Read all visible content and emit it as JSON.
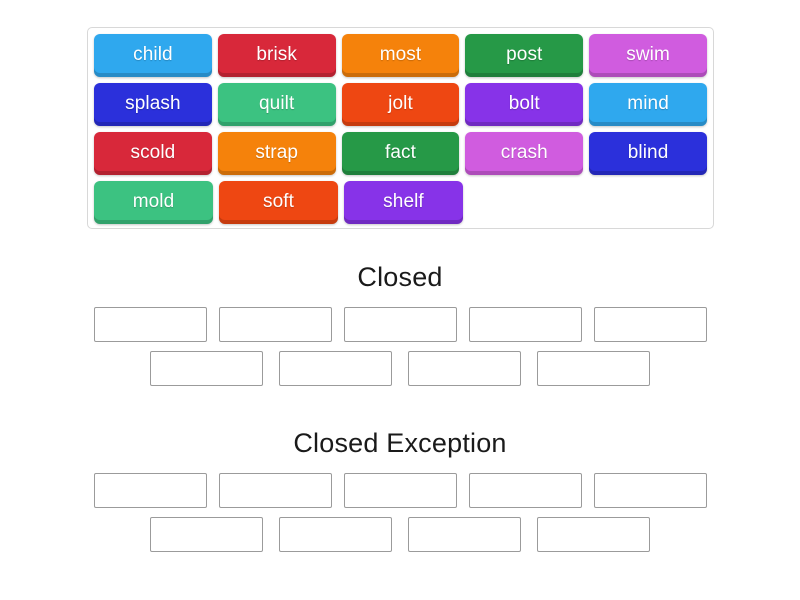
{
  "activity": {
    "type": "word-sort-drag-and-drop",
    "tray": {
      "rows": [
        [
          {
            "label": "child",
            "color": "#2FA8EE"
          },
          {
            "label": "brisk",
            "color": "#D8283A"
          },
          {
            "label": "most",
            "color": "#F5820B"
          },
          {
            "label": "post",
            "color": "#269947"
          },
          {
            "label": "swim",
            "color": "#D05CDF"
          }
        ],
        [
          {
            "label": "splash",
            "color": "#2B30DB"
          },
          {
            "label": "quilt",
            "color": "#3CC281"
          },
          {
            "label": "jolt",
            "color": "#EE4712"
          },
          {
            "label": "bolt",
            "color": "#8733E8"
          },
          {
            "label": "mind",
            "color": "#2FA8EE"
          }
        ],
        [
          {
            "label": "scold",
            "color": "#D8283A"
          },
          {
            "label": "strap",
            "color": "#F5820B"
          },
          {
            "label": "fact",
            "color": "#269947"
          },
          {
            "label": "crash",
            "color": "#D05CDF"
          },
          {
            "label": "blind",
            "color": "#2B30DB"
          }
        ],
        [
          {
            "label": "mold",
            "color": "#3CC281"
          },
          {
            "label": "soft",
            "color": "#EE4712"
          },
          {
            "label": "shelf",
            "color": "#8733E8"
          }
        ]
      ]
    },
    "groups": [
      {
        "title": "Closed",
        "slot_rows": [
          5,
          4
        ],
        "slots_filled": []
      },
      {
        "title": "Closed Exception",
        "slot_rows": [
          5,
          4
        ],
        "slots_filled": []
      }
    ]
  },
  "colors": {
    "page_background": "#ffffff",
    "tray_border": "#d8d8d8",
    "slot_border": "#9b9b9b",
    "heading_text": "#1a1a1a",
    "tile_text": "#ffffff"
  }
}
